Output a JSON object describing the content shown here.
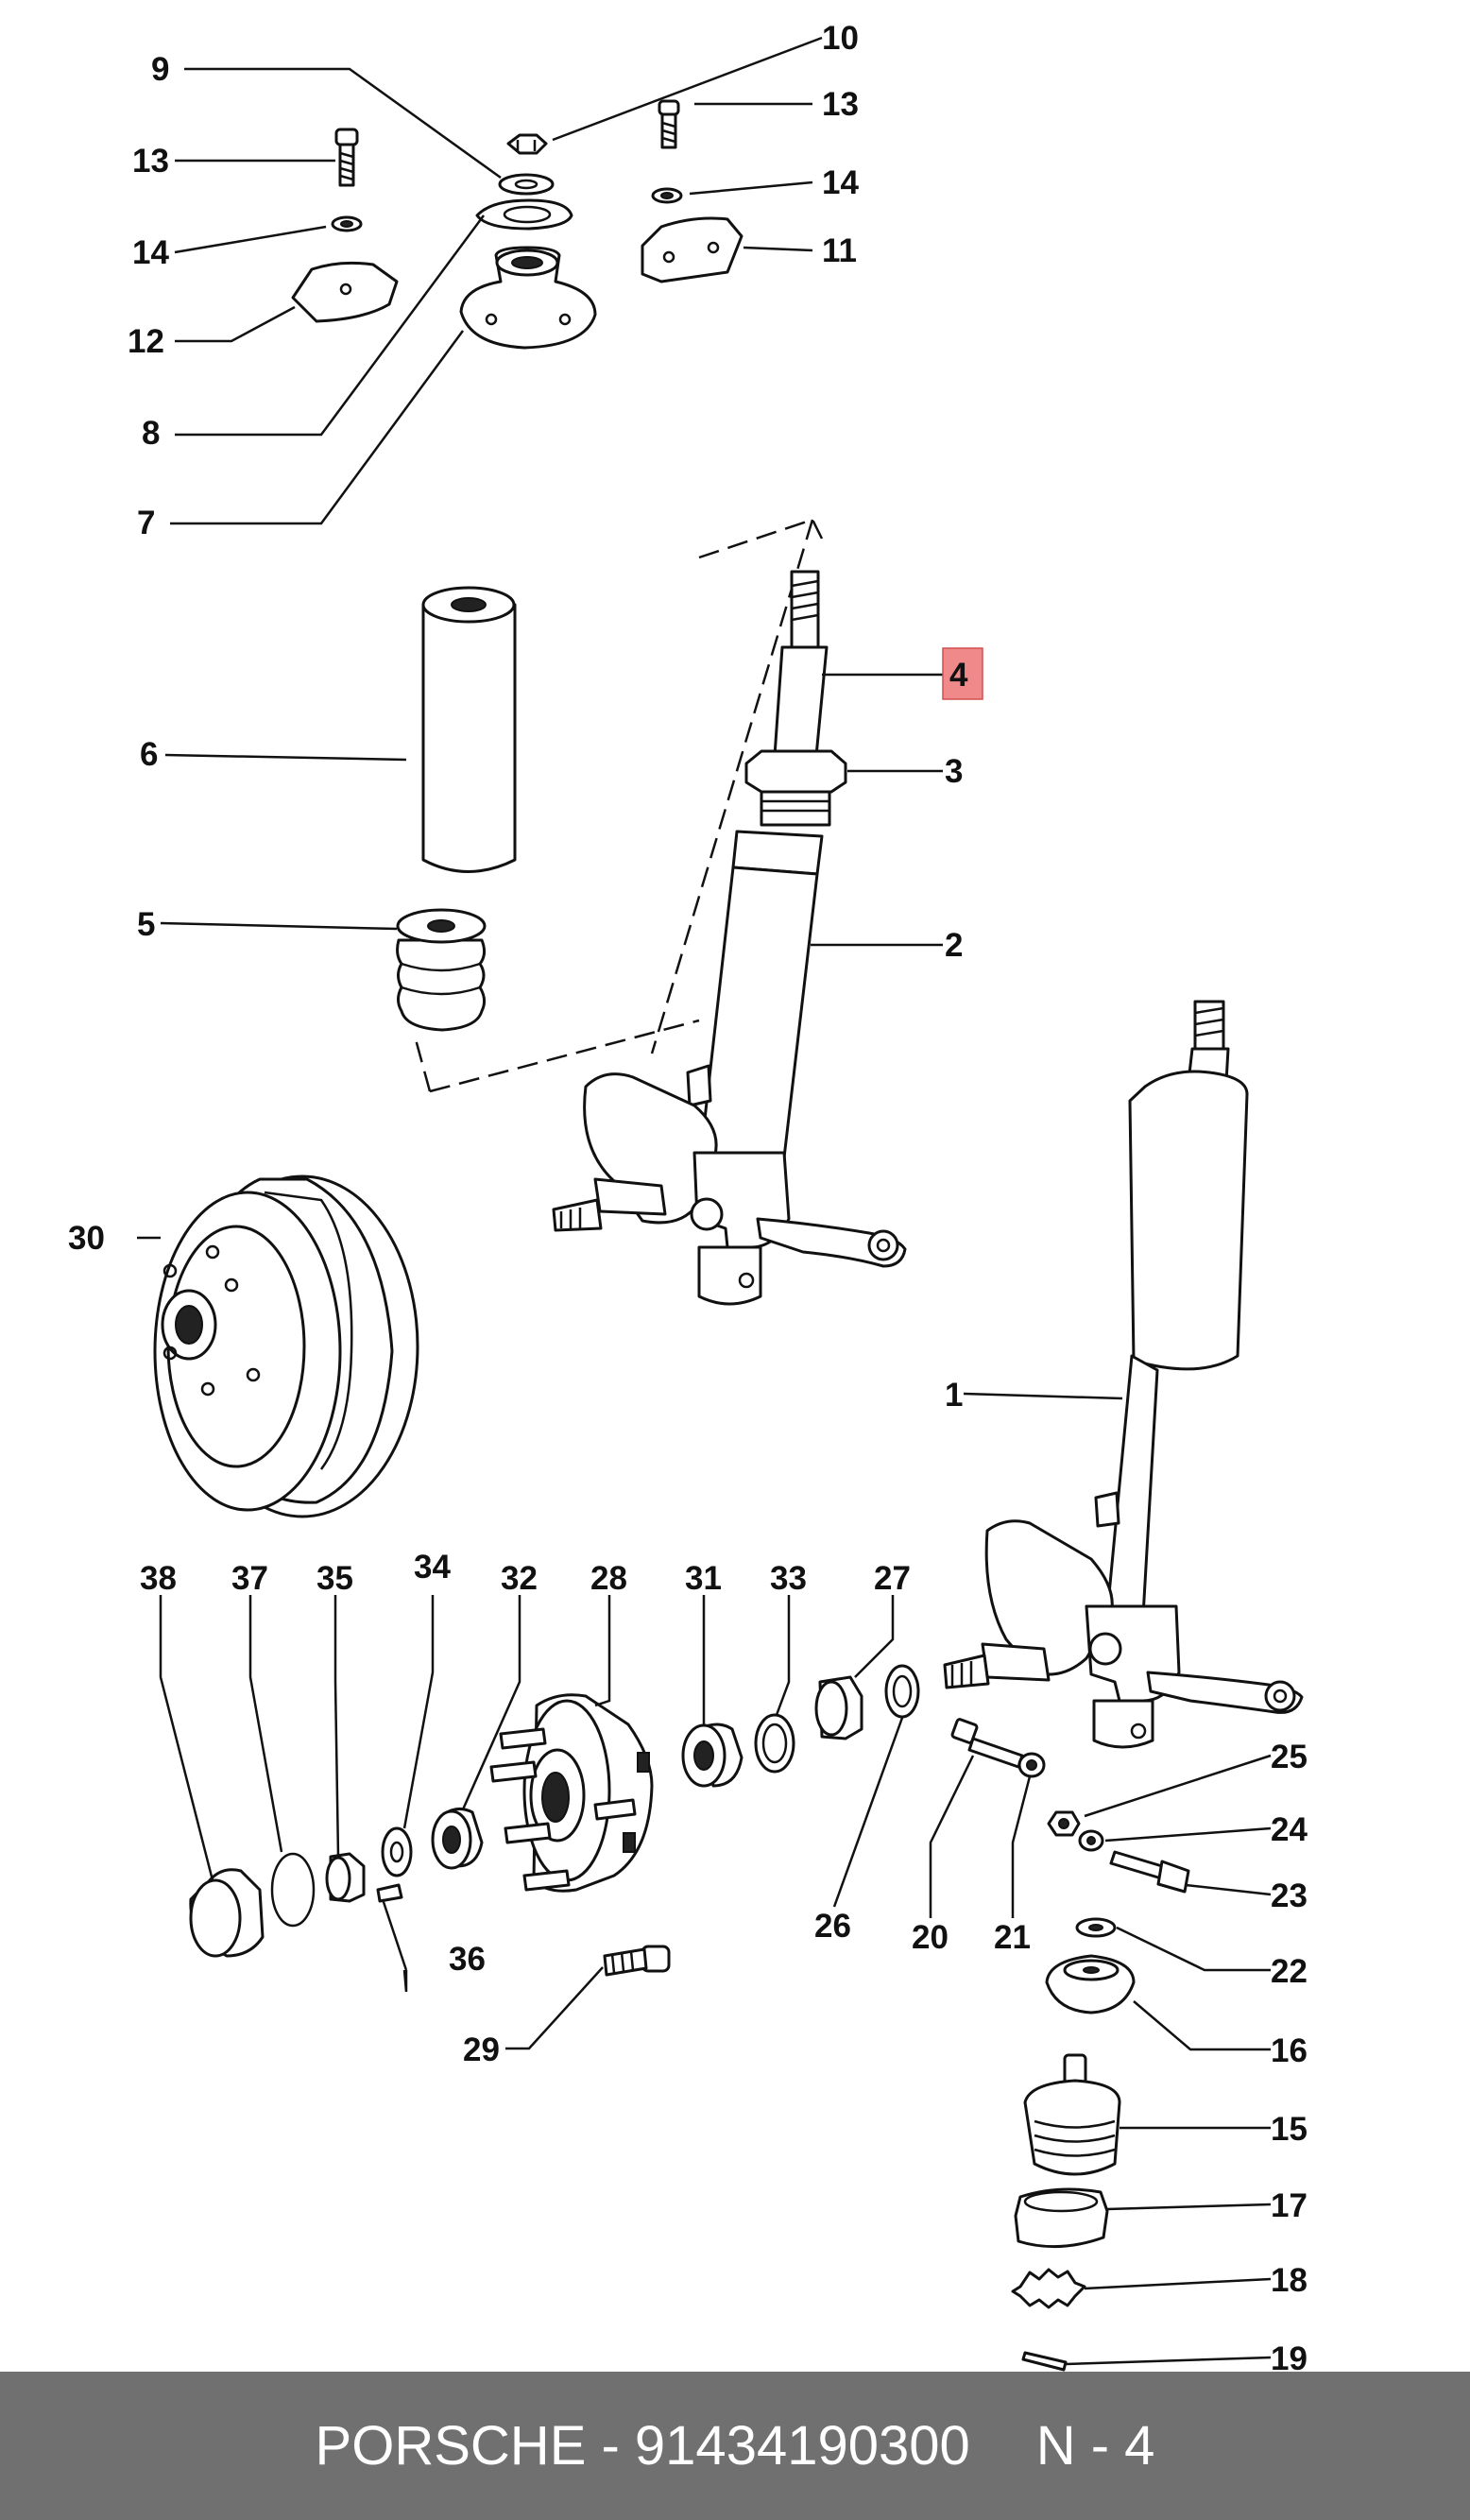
{
  "colors": {
    "highlight": "#f08a8a",
    "footer_bg": "#707070",
    "footer_text": "#ffffff"
  },
  "callouts": [
    {
      "label": "1",
      "highlighted": false
    },
    {
      "label": "2",
      "highlighted": false
    },
    {
      "label": "3",
      "highlighted": false
    },
    {
      "label": "4",
      "highlighted": true
    },
    {
      "label": "5",
      "highlighted": false
    },
    {
      "label": "6",
      "highlighted": false
    },
    {
      "label": "7",
      "highlighted": false
    },
    {
      "label": "8",
      "highlighted": false
    },
    {
      "label": "9",
      "highlighted": false
    },
    {
      "label": "10",
      "highlighted": false
    },
    {
      "label": "11",
      "highlighted": false
    },
    {
      "label": "12",
      "highlighted": false
    },
    {
      "label": "13",
      "highlighted": false
    },
    {
      "label": "13",
      "highlighted": false
    },
    {
      "label": "14",
      "highlighted": false
    },
    {
      "label": "14",
      "highlighted": false
    },
    {
      "label": "15",
      "highlighted": false
    },
    {
      "label": "16",
      "highlighted": false
    },
    {
      "label": "17",
      "highlighted": false
    },
    {
      "label": "18",
      "highlighted": false
    },
    {
      "label": "19",
      "highlighted": false
    },
    {
      "label": "20",
      "highlighted": false
    },
    {
      "label": "21",
      "highlighted": false
    },
    {
      "label": "22",
      "highlighted": false
    },
    {
      "label": "23",
      "highlighted": false
    },
    {
      "label": "24",
      "highlighted": false
    },
    {
      "label": "25",
      "highlighted": false
    },
    {
      "label": "26",
      "highlighted": false
    },
    {
      "label": "27",
      "highlighted": false
    },
    {
      "label": "28",
      "highlighted": false
    },
    {
      "label": "29",
      "highlighted": false
    },
    {
      "label": "30",
      "highlighted": false
    },
    {
      "label": "31",
      "highlighted": false
    },
    {
      "label": "32",
      "highlighted": false
    },
    {
      "label": "33",
      "highlighted": false
    },
    {
      "label": "34",
      "highlighted": false
    },
    {
      "label": "35",
      "highlighted": false
    },
    {
      "label": "36",
      "highlighted": false
    },
    {
      "label": "37",
      "highlighted": false
    },
    {
      "label": "38",
      "highlighted": false
    }
  ],
  "footer": {
    "brand": "PORSCHE",
    "separator": " - ",
    "part_number": "91434190300",
    "position": "N - 4"
  }
}
